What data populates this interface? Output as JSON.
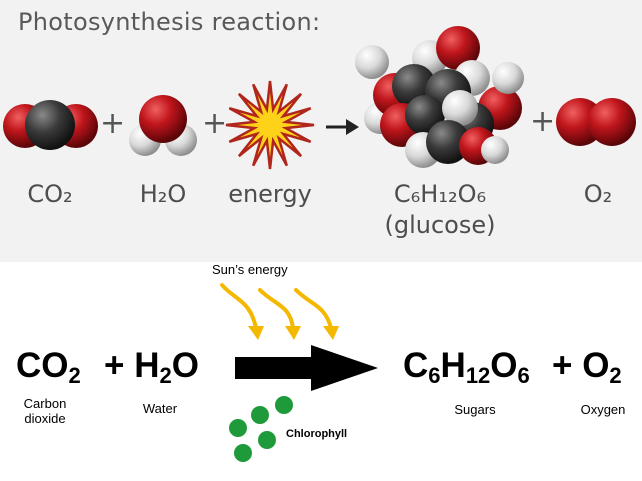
{
  "top_panel": {
    "heading": "Photosynthesis reaction:",
    "plus": "+",
    "labels": {
      "co2": "CO₂",
      "h2o": "H₂O",
      "energy": "energy",
      "glucose_formula": "C₆H₁₂O₆",
      "glucose_name": "(glucose)",
      "o2": "O₂"
    },
    "colors": {
      "oxygen": "#c0161c",
      "carbon": "#3a3a3a",
      "hydrogen": "#d9d9d9",
      "energy_fill": "#ffd21a",
      "energy_stroke": "#b0261c"
    }
  },
  "bottom_panel": {
    "co2": {
      "main": "CO",
      "sub": "2"
    },
    "h2o": {
      "plus": "+",
      "h": "H",
      "sub": "2",
      "o": "O"
    },
    "glucose": {
      "c": "C",
      "c_sub": "6",
      "h": "H",
      "h_sub": "12",
      "o": "O",
      "o_sub": "6"
    },
    "o2": {
      "plus": "+",
      "o": "O",
      "sub": "2"
    },
    "captions": {
      "co2_line1": "Carbon",
      "co2_line2": "dioxide",
      "water": "Water",
      "sugars": "Sugars",
      "oxygen": "Oxygen"
    },
    "sun_label": "Sun’s energy",
    "chlorophyll_label": "Chlorophyll",
    "colors": {
      "sun_arrow": "#f5b800",
      "chlorophyll": "#1f9a3a",
      "reaction_arrow": "#000000"
    }
  }
}
